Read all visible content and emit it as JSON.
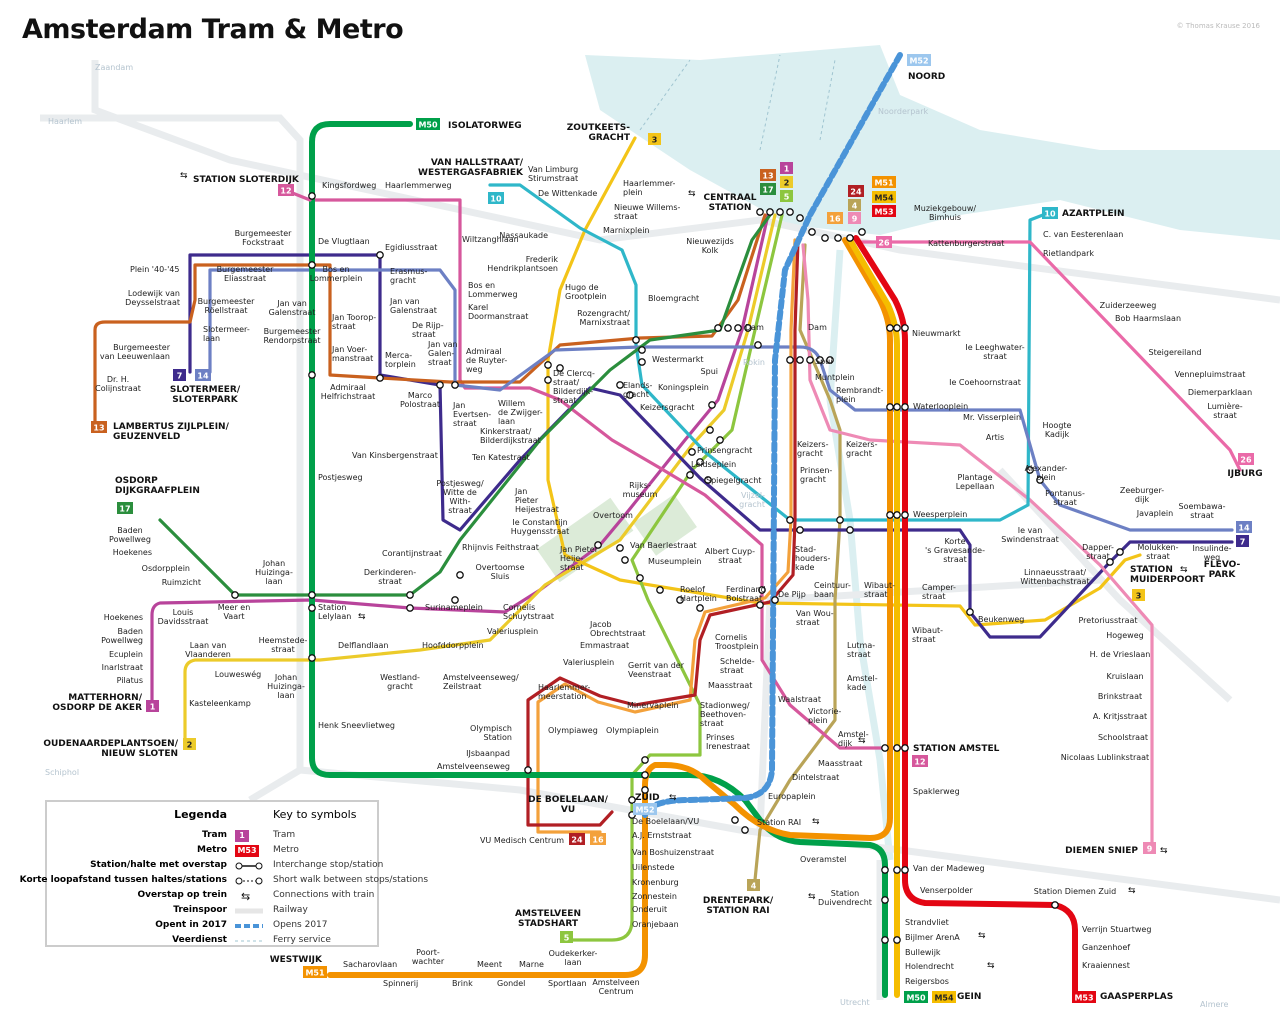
{
  "title": "Amsterdam Tram & Metro",
  "credit": "© Thomas Krause 2016",
  "lines": [
    {
      "id": "M50",
      "color": "#00a04a"
    },
    {
      "id": "M51",
      "color": "#f39200"
    },
    {
      "id": "M52",
      "color": "#4a94d8"
    },
    {
      "id": "M53",
      "color": "#e30613"
    },
    {
      "id": "M54",
      "color": "#f5bd00"
    },
    {
      "id": "1",
      "color": "#b8449b"
    },
    {
      "id": "2",
      "color": "#eccb2a"
    },
    {
      "id": "3",
      "color": "#f3c418"
    },
    {
      "id": "4",
      "color": "#b9a458"
    },
    {
      "id": "5",
      "color": "#8dc63f"
    },
    {
      "id": "7",
      "color": "#3e2b8c"
    },
    {
      "id": "9",
      "color": "#ee8ab5"
    },
    {
      "id": "10",
      "color": "#2fb7c9"
    },
    {
      "id": "12",
      "color": "#d6589c"
    },
    {
      "id": "13",
      "color": "#c9611f"
    },
    {
      "id": "14",
      "color": "#6d80c4"
    },
    {
      "id": "16",
      "color": "#f3a13b"
    },
    {
      "id": "17",
      "color": "#2b8e3d"
    },
    {
      "id": "24",
      "color": "#b11f24"
    },
    {
      "id": "26",
      "color": "#ea6aa8"
    }
  ],
  "badges": [
    {
      "label": "12",
      "color": "#d6589c"
    },
    {
      "label": "10",
      "color": "#2fb7c9"
    },
    {
      "label": "3",
      "color": "#f3c418"
    },
    {
      "label": "13",
      "color": "#c9611f"
    },
    {
      "label": "1",
      "color": "#b8449b"
    },
    {
      "label": "2",
      "color": "#eccb2a"
    },
    {
      "label": "17",
      "color": "#2b8e3d"
    },
    {
      "label": "5",
      "color": "#8dc63f"
    },
    {
      "label": "24",
      "color": "#b11f24"
    },
    {
      "label": "4",
      "color": "#b9a458"
    },
    {
      "label": "16",
      "color": "#f3a13b"
    },
    {
      "label": "9",
      "color": "#ee8ab5"
    },
    {
      "label": "M51",
      "color": "#f39200"
    },
    {
      "label": "M54",
      "color": "#f5bd00"
    },
    {
      "label": "M53",
      "color": "#e30613"
    },
    {
      "label": "26",
      "color": "#ea6aa8"
    },
    {
      "label": "M50",
      "color": "#00a04a"
    },
    {
      "label": "M52",
      "color": "#9cc7ee"
    },
    {
      "label": "10",
      "color": "#2fb7c9"
    },
    {
      "label": "26",
      "color": "#ea6aa8"
    },
    {
      "label": "14",
      "color": "#6d80c4"
    },
    {
      "label": "7",
      "color": "#3e2b8c"
    },
    {
      "label": "3",
      "color": "#f3c418"
    },
    {
      "label": "12",
      "color": "#d6589c"
    },
    {
      "label": "9",
      "color": "#ee8ab5"
    },
    {
      "label": "M53",
      "color": "#e30613"
    },
    {
      "label": "M50",
      "color": "#00a04a"
    },
    {
      "label": "M54",
      "color": "#f5bd00"
    },
    {
      "label": "4",
      "color": "#b9a458"
    },
    {
      "label": "5",
      "color": "#8dc63f"
    },
    {
      "label": "M52",
      "color": "#9cc7ee"
    },
    {
      "label": "24",
      "color": "#b11f24"
    },
    {
      "label": "16",
      "color": "#f3a13b"
    },
    {
      "label": "M51",
      "color": "#f39200"
    },
    {
      "label": "2",
      "color": "#eccb2a"
    },
    {
      "label": "1",
      "color": "#b8449b"
    },
    {
      "label": "13",
      "color": "#c9611f"
    },
    {
      "label": "7",
      "color": "#3e2b8c"
    },
    {
      "label": "14",
      "color": "#6d80c4"
    },
    {
      "label": "17",
      "color": "#2b8e3d"
    }
  ],
  "landmarks": [
    "STATION SLOTERDIJK",
    "ISOLATORWEG",
    "ZOUTKEETS-\nGRACHT",
    "VAN HALLSTRAAT/\nWESTERGASFABRIEK",
    "CENTRAAL\nSTATION",
    "NOORD",
    "AZARTPLEIN",
    "IJBURG",
    "FLEVO-\nPARK",
    "STATION\nMUIDERPOORT",
    "STATION AMSTEL",
    "DIEMEN SNIEP",
    "GAASPERPLAS",
    "GEIN",
    "DRENTEPARK/\nSTATION RAI",
    "ZUID",
    "DE BOELELAAN/\nVU",
    "AMSTELVEEN\nSTADSHART",
    "WESTWIJK",
    "OUDENAARDEPLANTSOEN/\nNIEUW SLOTEN",
    "MATTERHORN/\nOSDORP DE AKER",
    "OSDORP\nDIJKGRAAFPLEIN",
    "LAMBERTUS ZIJLPLEIN/\nGEUZENVELD",
    "SLOTERMEER/\nSLOTERPARK"
  ],
  "places": [
    "Zaandam",
    "Haarlem",
    "Schiphol",
    "Utrecht",
    "Almere",
    "Noorderpark",
    "Rokin",
    "Vijzel-\ngracht"
  ],
  "stations": [
    "Kingsfordweg",
    "Haarlemmerweg",
    "Wiltzanghlaan",
    "De Vlugtlaan",
    "Egidiusstraat",
    "Burgemeester\nFockstraat",
    "Plein '40-'45",
    "Burgemeester\nEliasstraat",
    "Lodewijk van\nDeysselstraat",
    "Burgemeester\nRöellstraat",
    "Slotermeer-\nlaan",
    "Jan van\nGalenstraat",
    "Burgemeester\nRendorpstraat",
    "Burgemeester\nvan Leeuwenlaan",
    "Dr. H.\nColijnstraat",
    "Bos en\nLommerplein",
    "Erasmus-\ngracht",
    "Bos en\nLommerweg",
    "Jan van\nGalenstraat",
    "Karel\nDoormanstraat",
    "Jan Toorop-\nstraat",
    "De Rijp-\nstraat",
    "Jan Voer-\nmanstraat",
    "Jan van\nGalen-\nstraat",
    "Merca-\ntorplein",
    "Admiraal\nde Ruyter-\nweg",
    "Admiraal\nHelfrichstraat",
    "Marco\nPolostraat",
    "Jan\nEvertsen-\nstraat",
    "Van Kinsbergenstraat",
    "Postjesweg",
    "Willem\nde Zwijger-\nlaan",
    "Kinkerstraat/\nBilderdijkstraat",
    "Ten Katestraat",
    "De Clercq-\nstraat/\nBilderdijk-\nstraat",
    "Elands-\ngracht",
    "Koningsplein",
    "Keizersgracht",
    "Van Limburg\nStirumstraat",
    "De Wittenkade",
    "Haarlemmer-\nplein",
    "Nieuwe Willems-\nstraat",
    "Nassaukade",
    "Marnixplein",
    "Frederik\nHendrikplantsoen",
    "Hugo de\nGrootplein",
    "Bloemgracht",
    "Rozengracht/\nMarnixstraat",
    "Nieuwezijds\nKolk",
    "Westermarkt",
    "Dam",
    "Dam",
    "Spui",
    "Spui",
    "Muntplein",
    "Rembrandt-\nplein",
    "Keizers-\ngracht",
    "Keizers-\ngracht",
    "Prinsen-\ngracht",
    "Prinsengracht",
    "Leidseplein",
    "Spiegelgracht",
    "Rijks-\nmuseum",
    "Overtoom",
    "Postjesweg/\nWitte de\nWith-\nstraat",
    "Jan\nPieter\nHeijestraat",
    "Ie Constantijn\nHuygensstraat",
    "Rhijnvis Feithstraat",
    "Overtoomse\nSluis",
    "Jan Pieter\nHeije-\nstraat",
    "Van Baerlestraat",
    "Museumplein",
    "Albert Cuyp-\nstraat",
    "Stad-\nhouders-\nkade",
    "Corantijnstraat",
    "Derkinderen-\nstraat",
    "Johan\nHuizinga-\nlaan",
    "Baden\nPowellweg",
    "Hoekenes",
    "Osdorpplein",
    "Ruimzicht",
    "Meer en\nVaart",
    "Louis\nDavidsstraat",
    "Station\nLelylaan",
    "Surinameplein",
    "Cornelis\nSchuytstraat",
    "Valeriusplein",
    "Heemstede-\nstraat",
    "Delflandlaan",
    "Hoofddorpplein",
    "Laan van\nVlaanderen",
    "Hoekenes",
    "Baden\nPowellweg",
    "Ecuplein",
    "Inarlstraat",
    "Pilatus",
    "Louweswég",
    "Johan\nHuizinga-\nlaan",
    "Westland-\ngracht",
    "Amstelveenseweg/\nZeilstraat",
    "Kasteleenkamp",
    "Henk Sneevlietweg",
    "Jacob\nObrechtstraat",
    "Emmastraat",
    "Valeriusplein",
    "Gerrit van der\nVeenstraat",
    "Haarlemmer-\nmeerstation",
    "Minervaplein",
    "Stadionweg/\nBeethoven-\nstraat",
    "Olympiaweg",
    "Olympiaplein",
    "Prinses\nIrenestraat",
    "Olympisch\nStation",
    "IJsbaanpad",
    "Amstelveenseweg",
    "Roelof\nHartplein",
    "Ferdinand\nBolstraat",
    "De Pijp",
    "Ceintuur-\nbaan",
    "Van Wou-\nstraat",
    "Wibaut-\nstraat",
    "Camper-\nstraat",
    "Wibaut-\nstraat",
    "Lutma-\nstraat",
    "Amstel-\nkade",
    "Cornelis\nTroostplein",
    "Schelde-\nstraat",
    "Maasstraat",
    "Waalstraat",
    "Victorie-\nplein",
    "Amstel-\ndijk",
    "Maasstraat",
    "Dintelstraat",
    "Europaplein",
    "Station RAI",
    "Overamstel",
    "De Boelelaan/VU",
    "A.J. Ernststraat",
    "Van Boshuizenstraat",
    "Uilenstede",
    "Kronenburg",
    "Zonnestein",
    "Onderuit",
    "Oranjebaan",
    "VU Medisch Centrum",
    "Sacharovlaan",
    "Spinnerij",
    "Poort-\nwachter",
    "Brink",
    "Meent",
    "Gondel",
    "Marne",
    "Sportlaan",
    "Oudekerker-\nlaan",
    "Amstelveen\nCentrum",
    "Nieuwmarkt",
    "Ie Leeghwater-\nstraat",
    "Ie Coehoornstraat",
    "Waterlooplein",
    "Mr. Visserplein",
    "Artis",
    "Plantage\nLepellaan",
    "Weesperplein",
    "Korte\n's Gravesande-\nstraat",
    "Ie van\nSwindenstraat",
    "Beukenweg",
    "Muziekgebouw/\nBimhuis",
    "Kattenburgerstraat",
    "C. van Eesterenlaan",
    "Rietlandpark",
    "Zuiderzeeweg",
    "Bob Haarmslaan",
    "Steigereiland",
    "Vennepluimstraat",
    "Diemerparklaan",
    "Lumière-\nstraat",
    "Hoogte\nKadijk",
    "Alexander-\nplein",
    "Pontanus-\nstraat",
    "Zeeburger-\ndijk",
    "Javaplein",
    "Soembawa-\nstraat",
    "Molukken-\nstraat",
    "Insulinde-\nweg",
    "Linnaeusstraat/\nWittenbachstraat",
    "Dapper-\nstraat",
    "Pretoriusstraat",
    "Hogeweg",
    "H. de Vrieslaan",
    "Kruislaan",
    "Brinkstraat",
    "A. Kritjsstraat",
    "Schoolstraat",
    "Nicolaas Lublinkstraat",
    "Van der Madeweg",
    "Venserpolder",
    "Station Diemen Zuid",
    "Verrijn Stuartweg",
    "Ganzenhoef",
    "Kraaiennest",
    "Strandvliet",
    "Bijlmer ArenA",
    "Bullewijk",
    "Holendrecht",
    "Reigersbos",
    "Station\nDuivendrecht",
    "Spaklerweg"
  ],
  "legend": {
    "heading_nl": "Legenda",
    "heading_en": "Key to symbols",
    "rows": [
      {
        "nl": "Tram",
        "en": "Tram",
        "badge": "1"
      },
      {
        "nl": "Metro",
        "en": "Metro",
        "badge": "M53"
      },
      {
        "nl": "Station/halte met overstap",
        "en": "Interchange stop/station"
      },
      {
        "nl": "Korte loopafstand tussen haltes/stations",
        "en": "Short walk between stops/stations"
      },
      {
        "nl": "Overstap op trein",
        "en": "Connections with train"
      },
      {
        "nl": "Treinspoor",
        "en": "Railway"
      },
      {
        "nl": "Opent in 2017",
        "en": "Opens 2017"
      },
      {
        "nl": "Veerdienst",
        "en": "Ferry service"
      }
    ]
  }
}
